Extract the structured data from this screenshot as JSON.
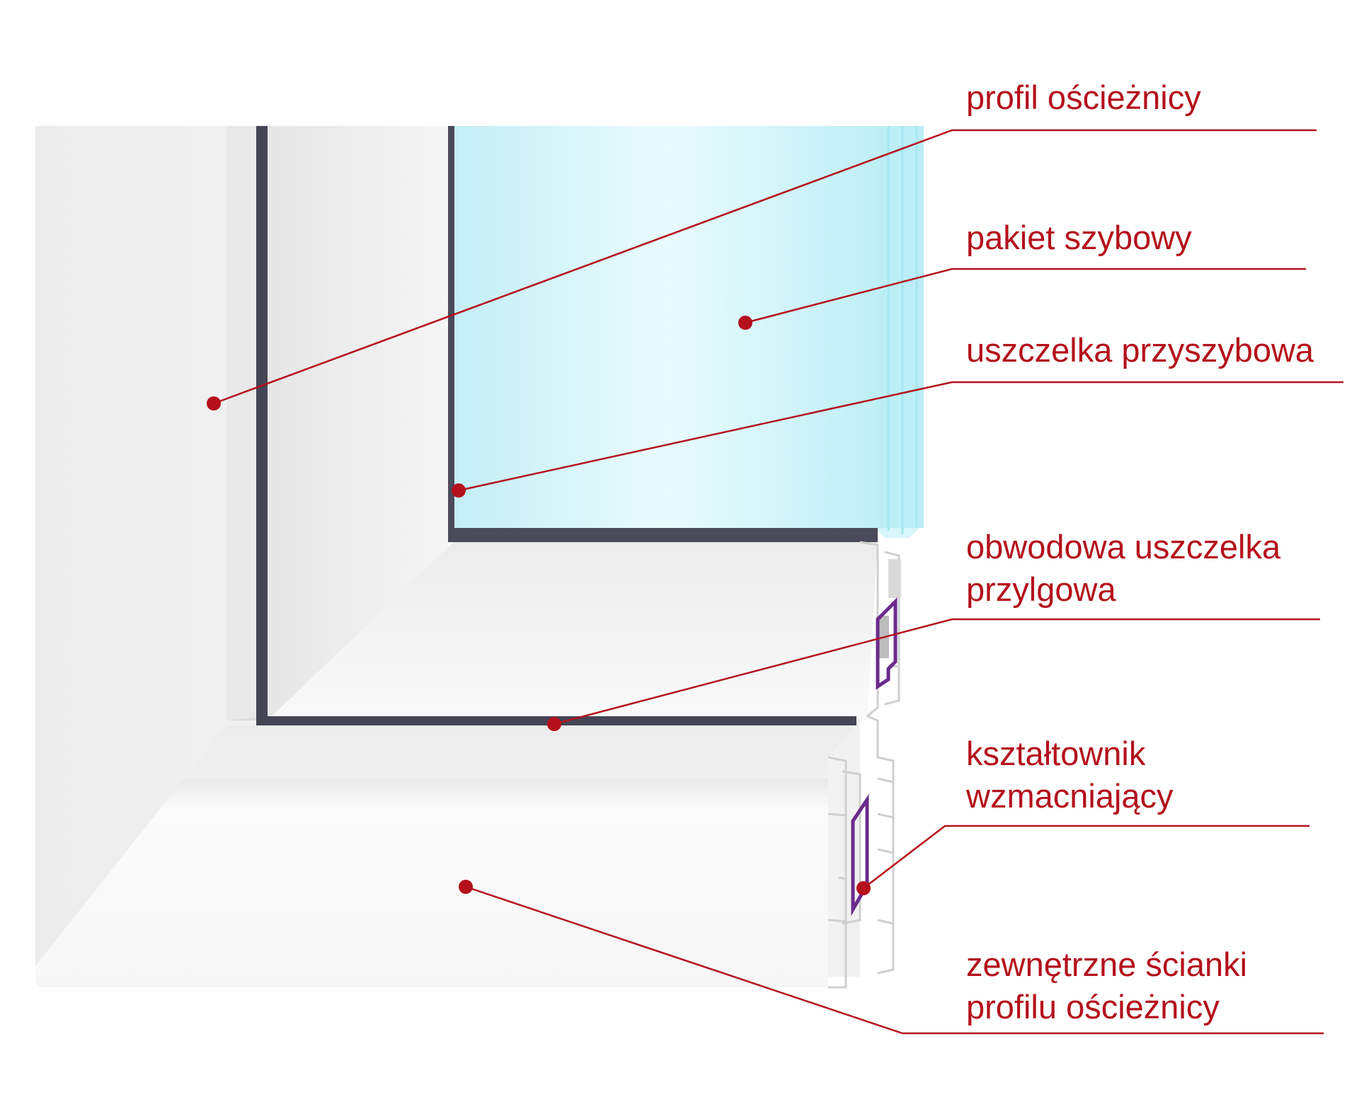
{
  "colors": {
    "accent": "#b4111c",
    "profile": "#f2f2f2",
    "glass": "#c4f1f8",
    "seal": "#4a4a5a",
    "reinforcement": "#6a2b8c"
  },
  "callouts": [
    {
      "id": "profil-oscieznicy",
      "lines": [
        "profil ościeżnicy"
      ]
    },
    {
      "id": "pakiet-szybowy",
      "lines": [
        "pakiet szybowy"
      ]
    },
    {
      "id": "uszczelka-przyszybowa",
      "lines": [
        "uszczelka przyszybowa"
      ]
    },
    {
      "id": "obwodowa-uszczelka-przylgowa",
      "lines": [
        "obwodowa uszczelka",
        "przylgowa"
      ]
    },
    {
      "id": "ksztaltownik-wzmacniajacy",
      "lines": [
        "kształtownik",
        "wzmacniający"
      ]
    },
    {
      "id": "zewnetrzne-scianki-profilu",
      "lines": [
        "zewnętrzne ścianki",
        "profilu ościeżnicy"
      ]
    }
  ]
}
